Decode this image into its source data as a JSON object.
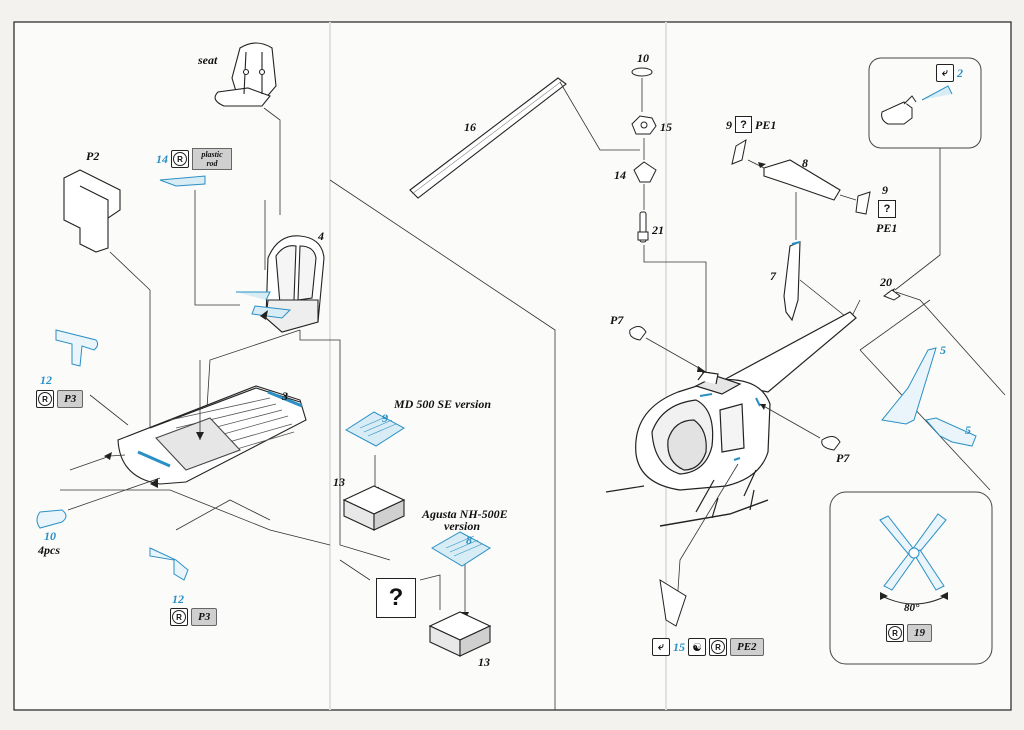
{
  "parts": {
    "seat": "seat",
    "p2": "P2",
    "p7_left": "P7",
    "p7_right": "P7",
    "n3": "3",
    "n4": "4",
    "n5a": "5",
    "n5b": "5",
    "n7": "7",
    "n8": "8",
    "n9_top": "9",
    "n9_right": "9",
    "n10_top": "10",
    "n10_left": "10",
    "pcs": "4pcs",
    "n12a": "12",
    "n12b": "12",
    "n13a": "13",
    "n13b": "13",
    "n14a": "14",
    "n14b": "14",
    "n15": "15",
    "n16": "16",
    "n20": "20",
    "n21": "21",
    "pe1_top": "PE1",
    "pe1_right": "PE1",
    "angle": "80°"
  },
  "badges": {
    "p3": "P3",
    "pe2": "PE2",
    "n19": "19",
    "plastic_rod": "plastic rod",
    "reg_mark": "R",
    "question": "?",
    "n2": "2",
    "n15b": "15",
    "n9b": "9",
    "n8b": "8"
  },
  "versions": {
    "md500": "MD 500 SE version",
    "agusta_line1": "Agusta NH-500E",
    "agusta_line2": "version"
  },
  "colors": {
    "etched_blue": "#2a8fc4",
    "line": "#222222",
    "paper": "#f3f2ef"
  }
}
